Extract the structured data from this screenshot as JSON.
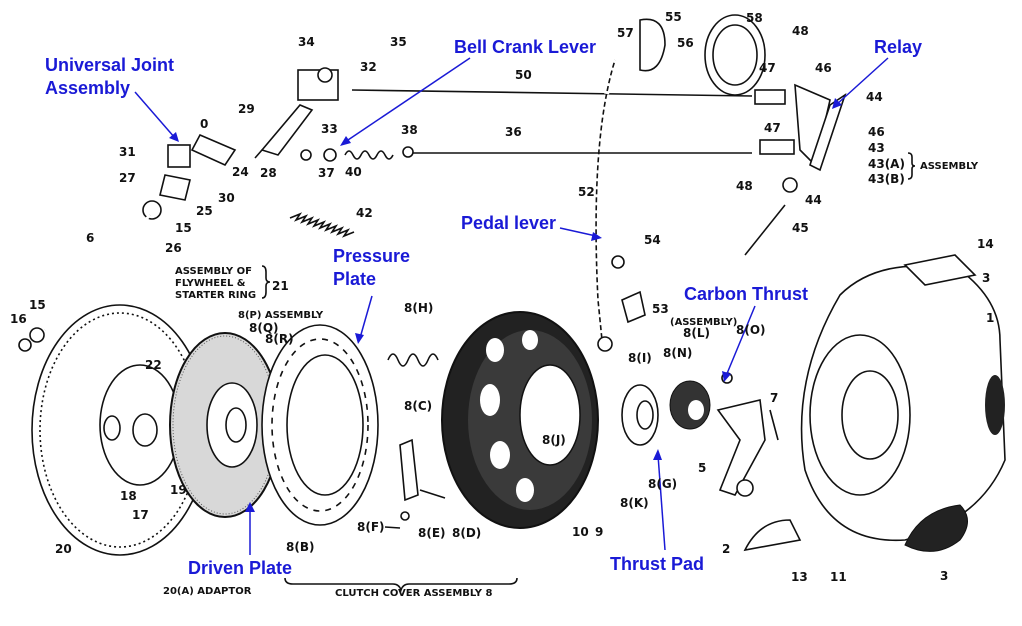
{
  "callouts": {
    "universal_joint": "Universal Joint\nAssembly",
    "bell_crank": "Bell Crank Lever",
    "relay": "Relay",
    "pressure_plate": "Pressure\nPlate",
    "pedal_lever": "Pedal lever",
    "carbon_thrust": "Carbon Thrust",
    "driven_plate": "Driven Plate",
    "thrust_pad": "Thrust Pad"
  },
  "printed": {
    "assembly_flywheel": [
      "ASSEMBLY OF",
      "FLYWHEEL &",
      "STARTER RING"
    ],
    "n21": "21",
    "p_assembly": "8(P) ASSEMBLY",
    "l_assembly": "(ASSEMBLY)",
    "assembly_43": "ASSEMBLY",
    "adaptor": "20(A) ADAPTOR",
    "clutch_cover": "CLUTCH COVER ASSEMBLY 8"
  },
  "part_numbers": [
    {
      "id": "n1",
      "text": "1"
    },
    {
      "id": "n2",
      "text": "2"
    },
    {
      "id": "n3a",
      "text": "3"
    },
    {
      "id": "n3b",
      "text": "3"
    },
    {
      "id": "n5",
      "text": "5"
    },
    {
      "id": "n6",
      "text": "6"
    },
    {
      "id": "n7",
      "text": "7"
    },
    {
      "id": "n9",
      "text": "9"
    },
    {
      "id": "n10",
      "text": "10"
    },
    {
      "id": "n11",
      "text": "11"
    },
    {
      "id": "n13",
      "text": "13"
    },
    {
      "id": "n14",
      "text": "14"
    },
    {
      "id": "n15a",
      "text": "15"
    },
    {
      "id": "n15b",
      "text": "15"
    },
    {
      "id": "n16",
      "text": "16"
    },
    {
      "id": "n17",
      "text": "17"
    },
    {
      "id": "n18",
      "text": "18"
    },
    {
      "id": "n19",
      "text": "19"
    },
    {
      "id": "n20",
      "text": "20"
    },
    {
      "id": "n22",
      "text": "22"
    },
    {
      "id": "n24",
      "text": "24"
    },
    {
      "id": "n25",
      "text": "25"
    },
    {
      "id": "n26",
      "text": "26"
    },
    {
      "id": "n27",
      "text": "27"
    },
    {
      "id": "n28",
      "text": "28"
    },
    {
      "id": "n29",
      "text": "29"
    },
    {
      "id": "n30",
      "text": "30"
    },
    {
      "id": "n31",
      "text": "31"
    },
    {
      "id": "n32",
      "text": "32"
    },
    {
      "id": "n33",
      "text": "33"
    },
    {
      "id": "n34",
      "text": "34"
    },
    {
      "id": "n35",
      "text": "35"
    },
    {
      "id": "n36",
      "text": "36"
    },
    {
      "id": "n37",
      "text": "37"
    },
    {
      "id": "n38",
      "text": "38"
    },
    {
      "id": "n40",
      "text": "40"
    },
    {
      "id": "n42",
      "text": "42"
    },
    {
      "id": "n43",
      "text": "43"
    },
    {
      "id": "n43a",
      "text": "43(A)"
    },
    {
      "id": "n43b",
      "text": "43(B)"
    },
    {
      "id": "n44a",
      "text": "44"
    },
    {
      "id": "n44b",
      "text": "44"
    },
    {
      "id": "n45",
      "text": "45"
    },
    {
      "id": "n46a",
      "text": "46"
    },
    {
      "id": "n46b",
      "text": "46"
    },
    {
      "id": "n47a",
      "text": "47"
    },
    {
      "id": "n47b",
      "text": "47"
    },
    {
      "id": "n48a",
      "text": "48"
    },
    {
      "id": "n48b",
      "text": "48"
    },
    {
      "id": "n50",
      "text": "50"
    },
    {
      "id": "n52",
      "text": "52"
    },
    {
      "id": "n53",
      "text": "53"
    },
    {
      "id": "n54",
      "text": "54"
    },
    {
      "id": "n55",
      "text": "55"
    },
    {
      "id": "n56",
      "text": "56"
    },
    {
      "id": "n57",
      "text": "57"
    },
    {
      "id": "n58",
      "text": "58"
    },
    {
      "id": "n0",
      "text": "0"
    },
    {
      "id": "n8h",
      "text": "8(H)"
    },
    {
      "id": "n8q",
      "text": "8(Q)"
    },
    {
      "id": "n8r",
      "text": "8(R)"
    },
    {
      "id": "n8c",
      "text": "8(C)"
    },
    {
      "id": "n8e",
      "text": "8(E)"
    },
    {
      "id": "n8f",
      "text": "8(F)"
    },
    {
      "id": "n8d",
      "text": "8(D)"
    },
    {
      "id": "n8b",
      "text": "8(B)"
    },
    {
      "id": "n8j",
      "text": "8(J)"
    },
    {
      "id": "n8i",
      "text": "8(I)"
    },
    {
      "id": "n8n",
      "text": "8(N)"
    },
    {
      "id": "n8l",
      "text": "8(L)"
    },
    {
      "id": "n8o",
      "text": "8(O)"
    },
    {
      "id": "n8k",
      "text": "8(K)"
    },
    {
      "id": "n8g",
      "text": "8(G)"
    }
  ]
}
